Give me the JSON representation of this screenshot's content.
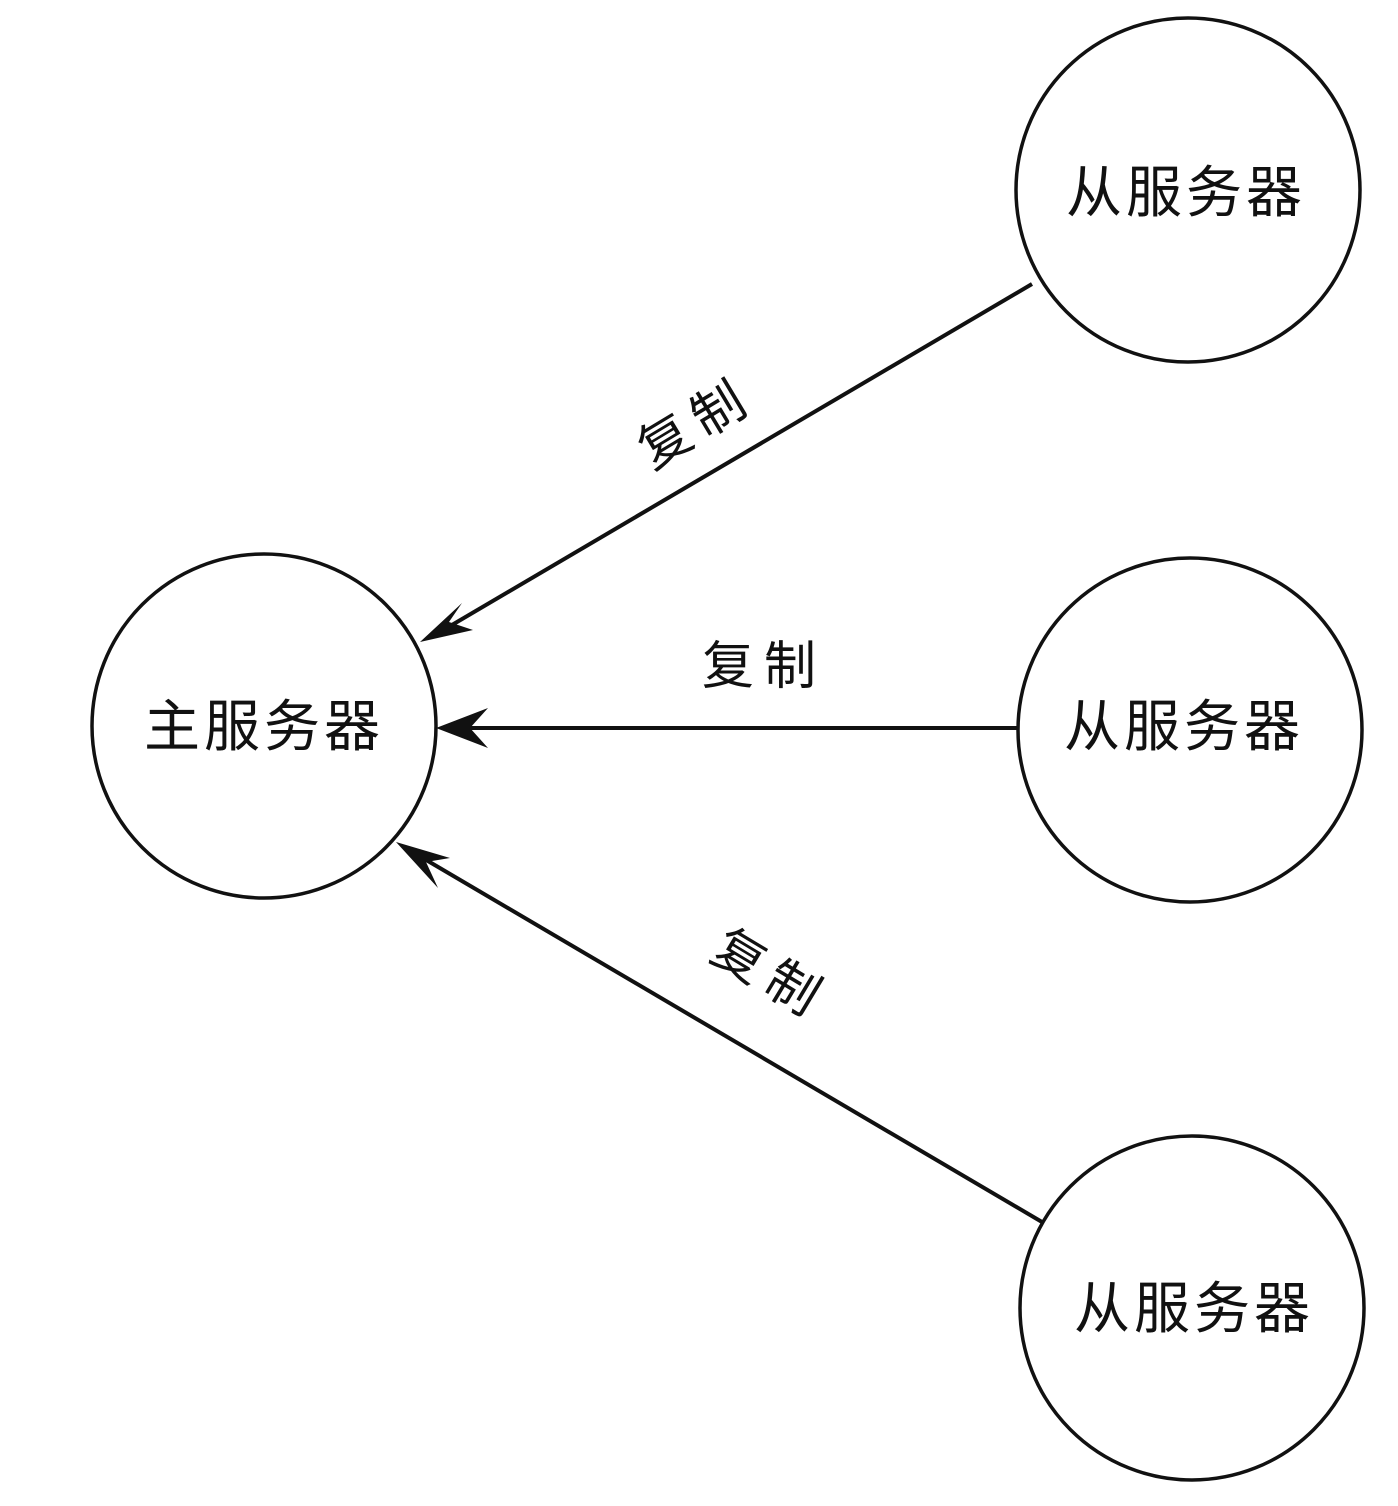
{
  "colors": {
    "stroke": "#111111",
    "background": "#ffffff"
  },
  "nodes": {
    "master": {
      "label": "主服务器"
    },
    "slave_top": {
      "label": "从服务器"
    },
    "slave_middle": {
      "label": "从服务器"
    },
    "slave_bottom": {
      "label": "从服务器"
    }
  },
  "edges": {
    "top": {
      "label": "复制",
      "from": "slave_top",
      "to": "master"
    },
    "middle": {
      "label": "复制",
      "from": "slave_middle",
      "to": "master"
    },
    "bottom": {
      "label": "复制",
      "from": "slave_bottom",
      "to": "master"
    }
  }
}
